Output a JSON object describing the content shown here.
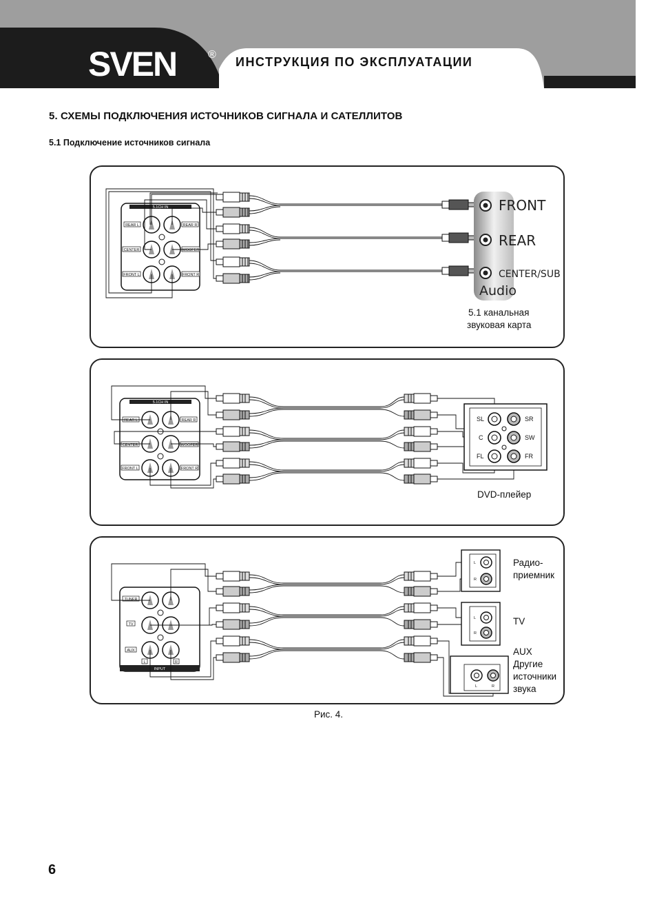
{
  "header": {
    "brand": "SVEN",
    "registered": "®",
    "title": "ИНСТРУКЦИЯ ПО ЭКСПЛУАТАЦИИ"
  },
  "section": {
    "heading": "5. СХЕМЫ ПОДКЛЮЧЕНИЯ ИСТОЧНИКОВ СИГНАЛА И САТЕЛЛИТОВ",
    "subheading": "5.1 Подключение источников сигнала"
  },
  "diagram1": {
    "panel_title": "5.1CH IN",
    "labels": [
      "REAR L",
      "REAR R",
      "CENTER",
      "WOOFER",
      "FRONT L",
      "FRONT R"
    ],
    "card_ports": [
      "FRONT",
      "REAR",
      "CENTER/SUB"
    ],
    "card_word": "Audio",
    "caption_line1": "5.1 канальная",
    "caption_line2": "звуковая карта"
  },
  "diagram2": {
    "panel_title": "5.1CH IN",
    "labels": [
      "REAR L",
      "REAR R",
      "CENTER",
      "WOOFER",
      "FRONT L",
      "FRONT R"
    ],
    "dvd_left": [
      "SL",
      "C",
      "FL"
    ],
    "dvd_right": [
      "SR",
      "SW",
      "FR"
    ],
    "caption": "DVD-плейер"
  },
  "diagram3": {
    "labels": [
      "TUNER",
      "TV",
      "AUX"
    ],
    "lr": [
      "L",
      "R"
    ],
    "panel_footer": "INPUT",
    "radio_line1": "Радио-",
    "radio_line2": "приемник",
    "tv": "TV",
    "aux_line1": "AUX",
    "aux_line2": "Другие",
    "aux_line3": "источники",
    "aux_line4": "звука"
  },
  "figure_caption": "Рис. 4.",
  "page_number": "6"
}
